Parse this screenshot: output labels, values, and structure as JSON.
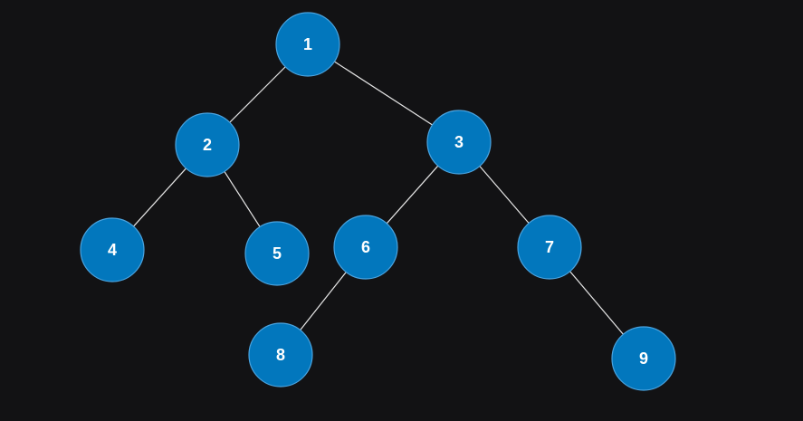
{
  "tree": {
    "node_color": "#0277bd",
    "edge_color": "#e6e6e6",
    "background": "#121214",
    "nodes": [
      {
        "id": "n1",
        "label": "1"
      },
      {
        "id": "n2",
        "label": "2"
      },
      {
        "id": "n3",
        "label": "3"
      },
      {
        "id": "n4",
        "label": "4"
      },
      {
        "id": "n5",
        "label": "5"
      },
      {
        "id": "n6",
        "label": "6"
      },
      {
        "id": "n7",
        "label": "7"
      },
      {
        "id": "n8",
        "label": "8"
      },
      {
        "id": "n9",
        "label": "9"
      }
    ],
    "edges": [
      [
        "n1",
        "n2"
      ],
      [
        "n1",
        "n3"
      ],
      [
        "n2",
        "n4"
      ],
      [
        "n2",
        "n5"
      ],
      [
        "n3",
        "n6"
      ],
      [
        "n3",
        "n7"
      ],
      [
        "n6",
        "n8"
      ],
      [
        "n7",
        "n9"
      ]
    ]
  }
}
